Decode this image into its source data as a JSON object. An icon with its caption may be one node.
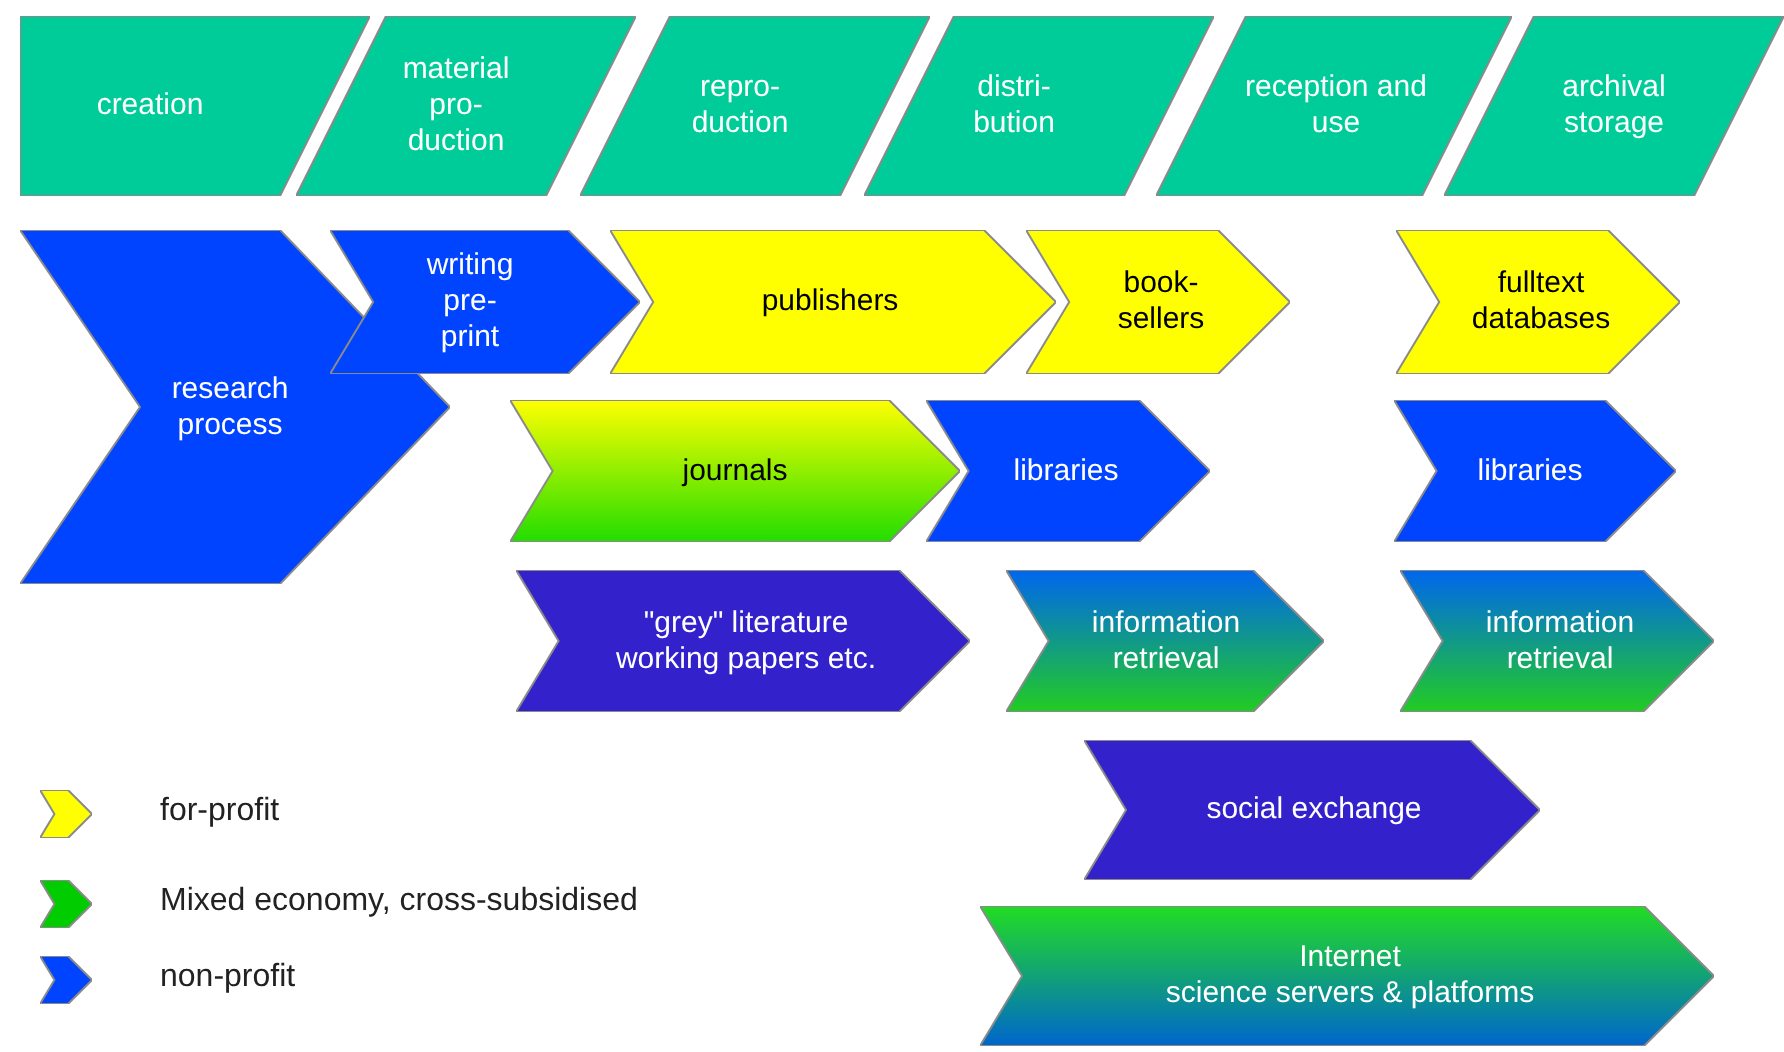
{
  "diagram": {
    "nodes": [
      {
        "text": [
          "creation"
        ]
      },
      {
        "text": [
          "material pro- duction"
        ]
      },
      {
        "text": [
          "repro- duction"
        ]
      },
      {
        "text": [
          "distri- bution"
        ]
      },
      {
        "text": [
          "reception and use"
        ]
      },
      {
        "text": [
          "archival storage"
        ]
      },
      {
        "text": [
          "research process"
        ]
      },
      {
        "text": [
          "writing pre- print"
        ]
      },
      {
        "text": [
          "publishers"
        ]
      },
      {
        "text": [
          "book- sellers"
        ]
      },
      {
        "text": [
          "fulltext databases"
        ]
      },
      {
        "text": [
          "journals"
        ]
      },
      {
        "text": [
          "libraries"
        ]
      },
      {
        "text": [
          "libraries"
        ]
      },
      {
        "text": [
          "\"grey\" literature working papers etc."
        ]
      },
      {
        "text": [
          "information retrieval"
        ]
      },
      {
        "text": [
          "information retrieval"
        ]
      },
      {
        "text": [
          "social exchange"
        ]
      },
      {
        "text": [
          "Internet science servers & platforms"
        ]
      }
    ],
    "edges": [],
    "legend": [
      {
        "text": "for-profit",
        "color": "#ffff00"
      },
      {
        "text": "Mixed economy, cross-subsidised",
        "color": "#00cc00"
      },
      {
        "text": "non-profit",
        "color": "#0044ff"
      }
    ]
  }
}
